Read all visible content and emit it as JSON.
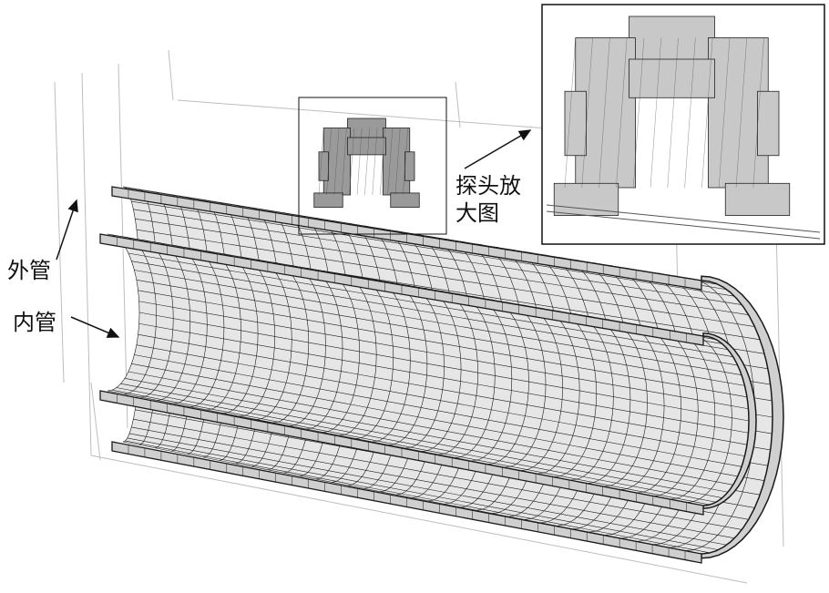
{
  "labels": {
    "outer_pipe": "外管",
    "inner_pipe": "内管",
    "probe_zoom_line1": "探头放",
    "probe_zoom_line2": "大图"
  },
  "colors": {
    "mesh_line": "#1a1a1a",
    "surface_fill": "#e6e6e6",
    "grid_line": "#bdbdbd",
    "probe_fill": "#9a9a9a"
  }
}
